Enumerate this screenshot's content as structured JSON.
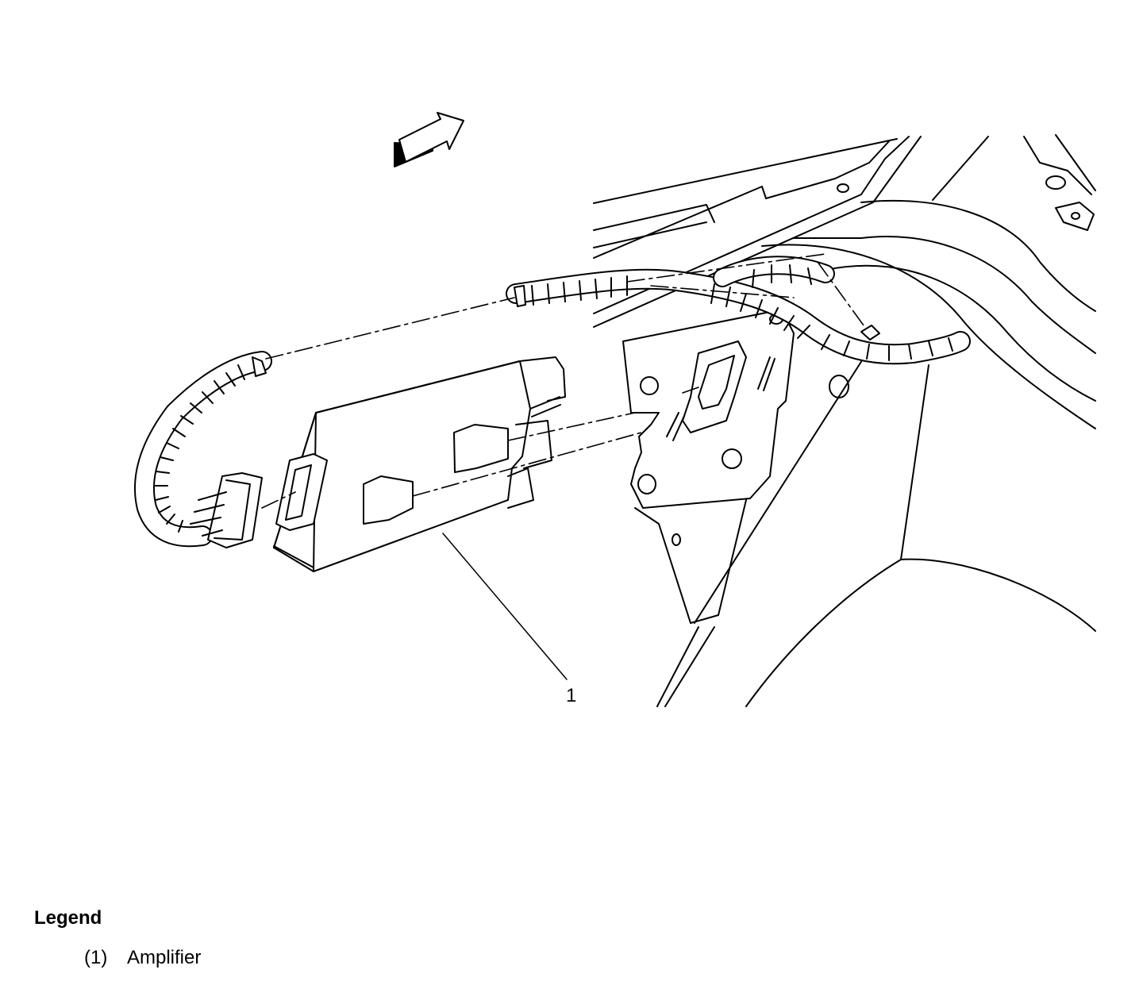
{
  "figure": {
    "callouts": [
      {
        "number": "1"
      }
    ]
  },
  "legend": {
    "title": "Legend",
    "items": [
      {
        "number": "(1)",
        "label": "Amplifier"
      }
    ]
  },
  "icons": {
    "direction_arrow": "direction-arrow-icon"
  }
}
